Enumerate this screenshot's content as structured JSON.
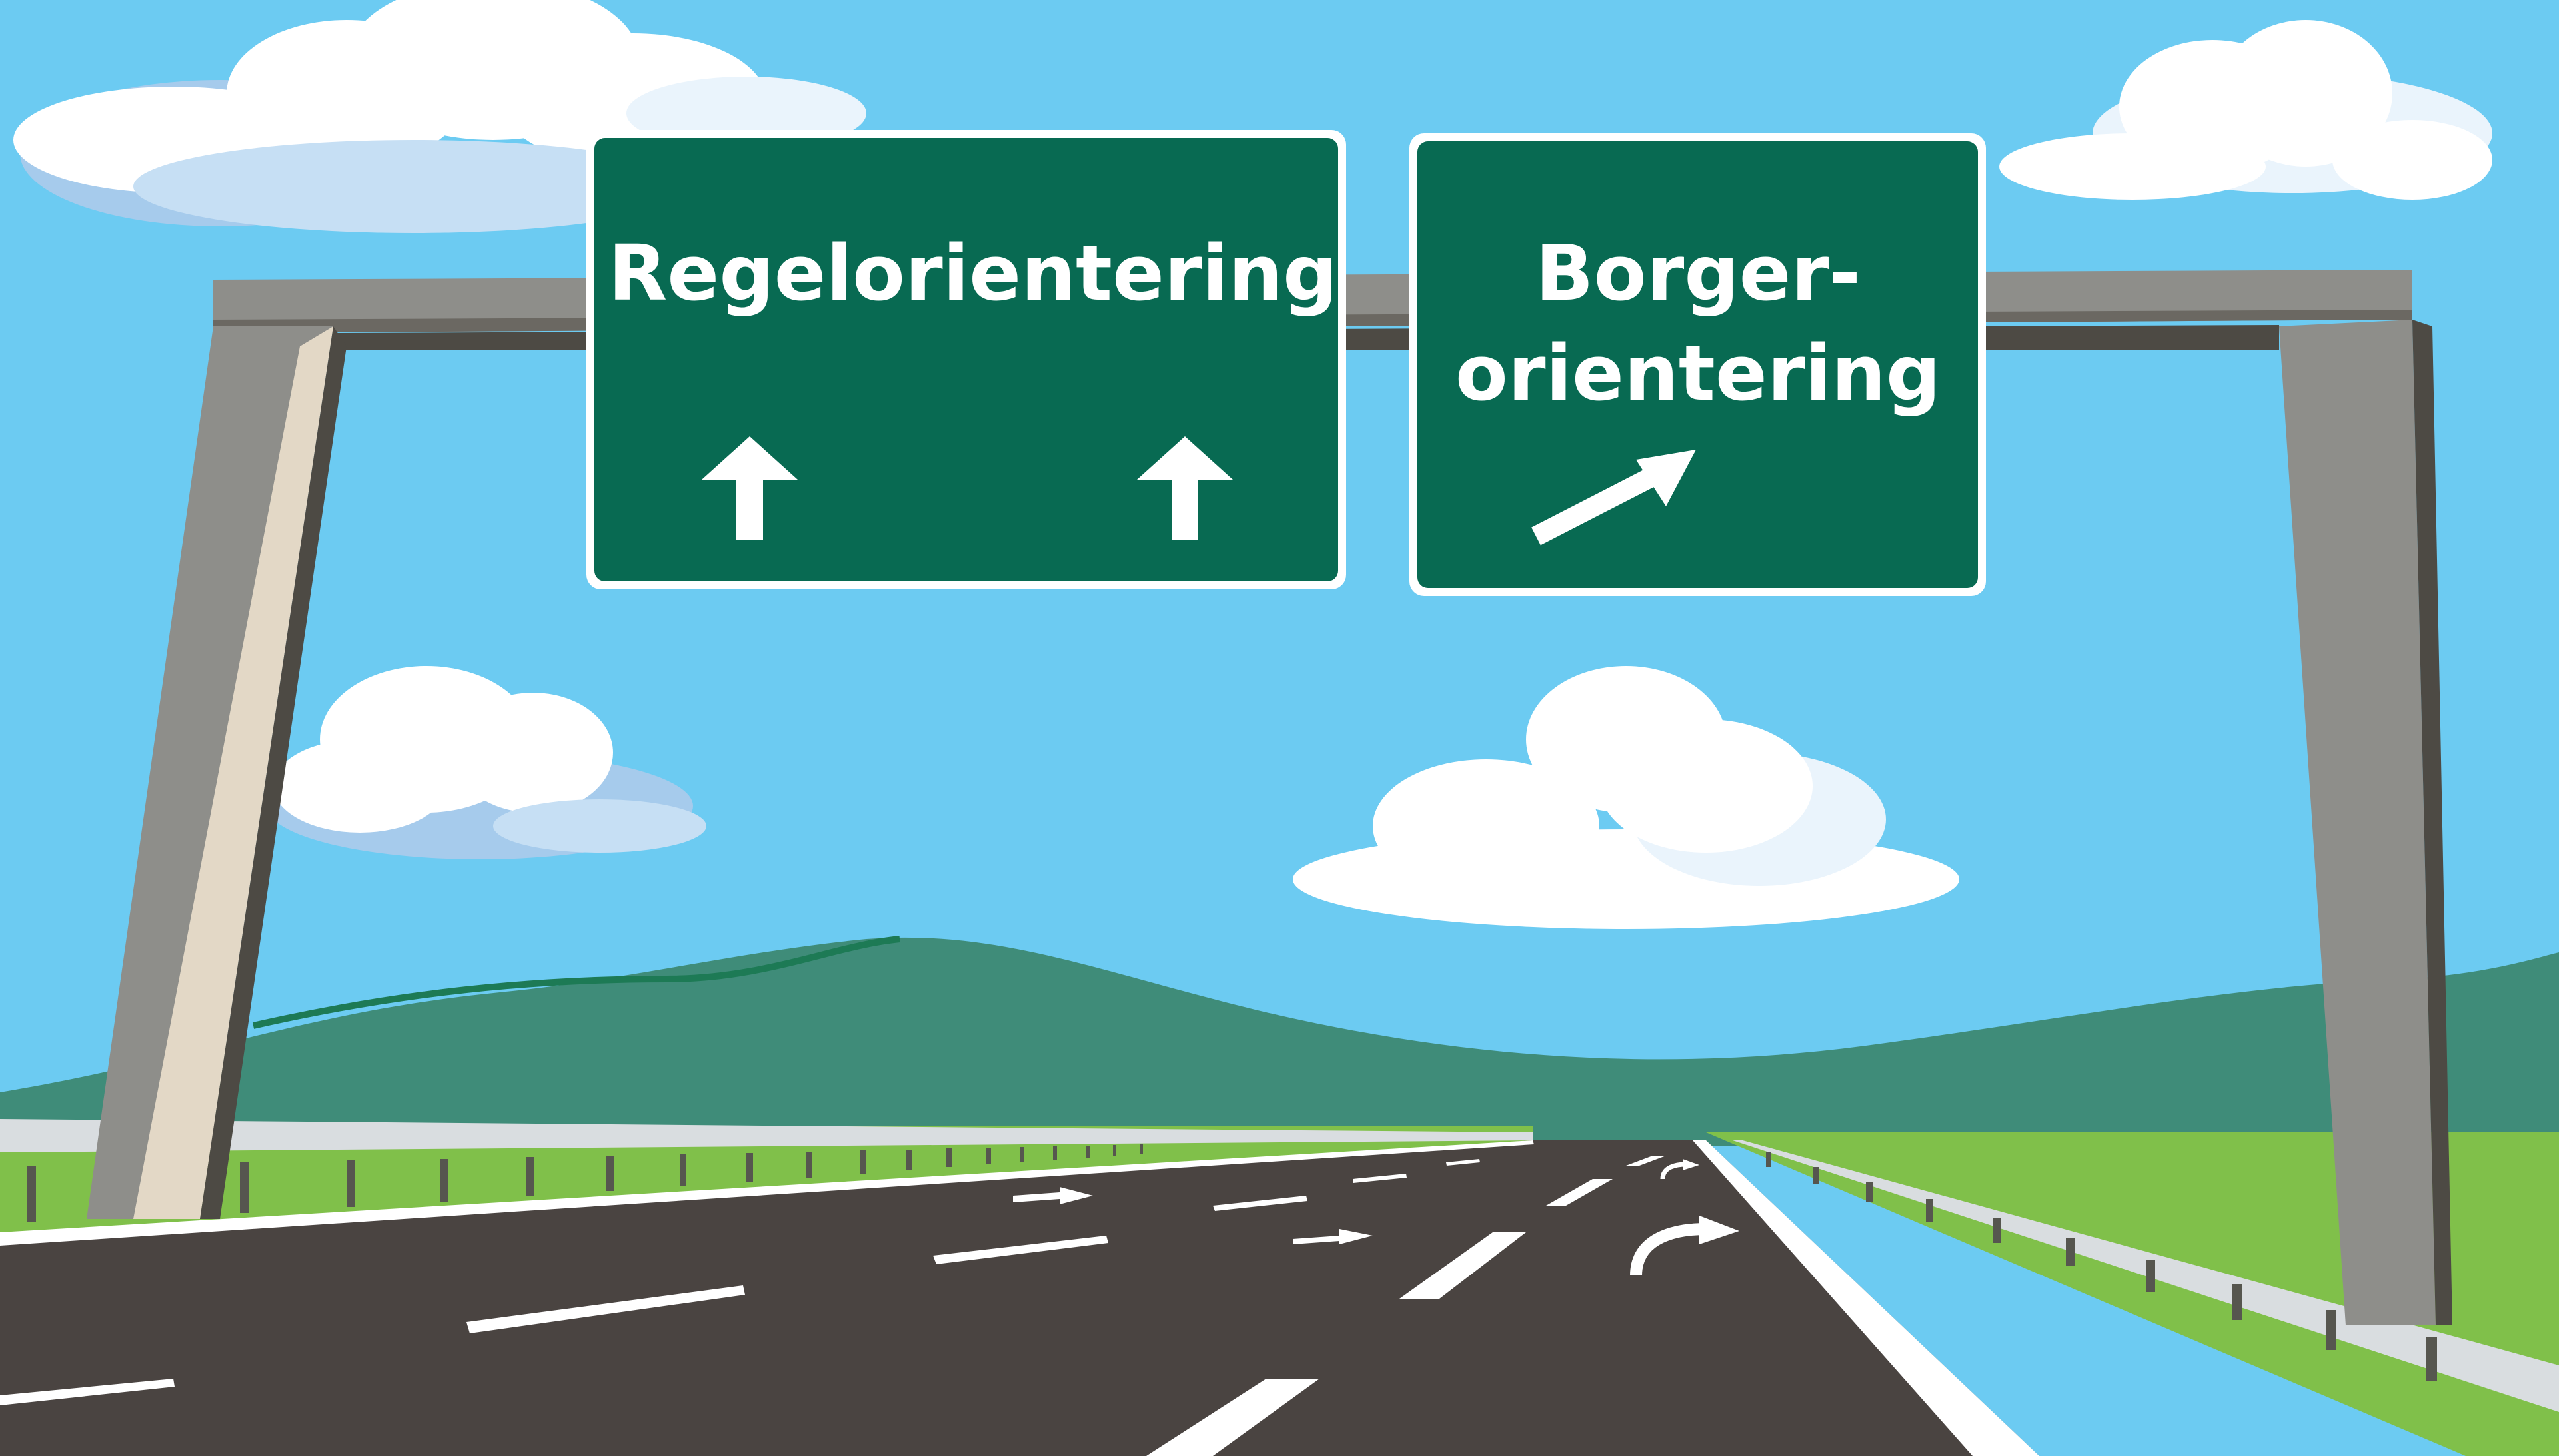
{
  "colors": {
    "sky": "#6ccbf2",
    "sign_green": "#086a52",
    "sign_border": "#ffffff",
    "gantry_gray": "#8e8e8a",
    "gantry_dark": "#4d4a44",
    "road": "#4a4441",
    "grass": "#80c04a",
    "hills": "#3f8c79",
    "lane_marking": "#ffffff"
  },
  "signs": {
    "left": {
      "label": "Regelorientering",
      "arrows": [
        "arrow-up-icon",
        "arrow-up-icon"
      ]
    },
    "right": {
      "label_line1": "Borger-",
      "label_line2": "orientering",
      "arrows": [
        "arrow-up-right-icon"
      ]
    }
  },
  "road_arrows": [
    "arrow-straight-icon",
    "arrow-straight-icon",
    "arrow-turn-right-icon",
    "arrow-turn-right-icon"
  ]
}
